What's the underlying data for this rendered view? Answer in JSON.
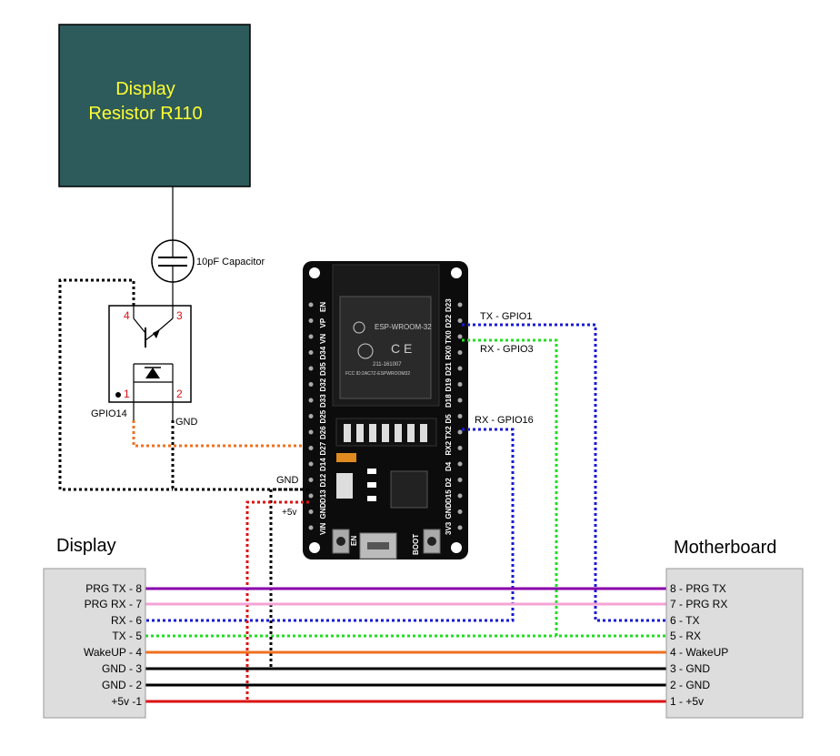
{
  "resistor_box": {
    "line1": "Display",
    "line2": "Resistor R110",
    "fill": "#2d5a5a",
    "text_color": "#ffff33"
  },
  "capacitor": {
    "label": "10pF Capacitor"
  },
  "optocoupler": {
    "pin1": "1",
    "pin2": "2",
    "pin3": "3",
    "pin4": "4",
    "gpio_label": "GPIO14",
    "gnd_label": "GND"
  },
  "esp32": {
    "chip_brand": "ESP-WROOM-32",
    "chip_code": "211-161007",
    "chip_fcc": "FCC ID:2AC7Z-ESPWROOM32",
    "left_pins": [
      "EN",
      "VP",
      "VN",
      "D34",
      "D35",
      "D32",
      "D33",
      "D25",
      "D26",
      "D27",
      "D14",
      "D12",
      "D13",
      "GND",
      "VIN"
    ],
    "right_pins": [
      "D23",
      "D22",
      "TX0",
      "RX0",
      "D21",
      "D19",
      "D18",
      "D5",
      "TX2",
      "RX2",
      "D4",
      "D2",
      "D15",
      "GND",
      "3V3"
    ],
    "en_button": "EN",
    "boot_button": "BOOT",
    "gnd_label": "GND",
    "plus5v_label": "+5v"
  },
  "signals": {
    "tx_gpio1": "TX - GPIO1",
    "rx_gpio3": "RX - GPIO3",
    "rx_gpio16": "RX - GPIO16"
  },
  "display_conn": {
    "title": "Display",
    "pins": [
      "PRG TX - 8",
      "PRG RX - 7",
      "RX - 6",
      "TX - 5",
      "WakeUP - 4",
      "GND - 3",
      "GND - 2",
      "+5v -1"
    ]
  },
  "motherboard_conn": {
    "title": "Motherboard",
    "pins": [
      "8 - PRG TX",
      "7 - PRG RX",
      "6 - TX",
      "5 - RX",
      "4 - WakeUP",
      "3 - GND",
      "2 - GND",
      "1 - +5v"
    ]
  },
  "wire_colors": [
    "#8800aa",
    "#f4a3d6",
    "#1a1ad6",
    "#22dd22",
    "#f07020",
    "#000000",
    "#000000",
    "#dd1111"
  ]
}
